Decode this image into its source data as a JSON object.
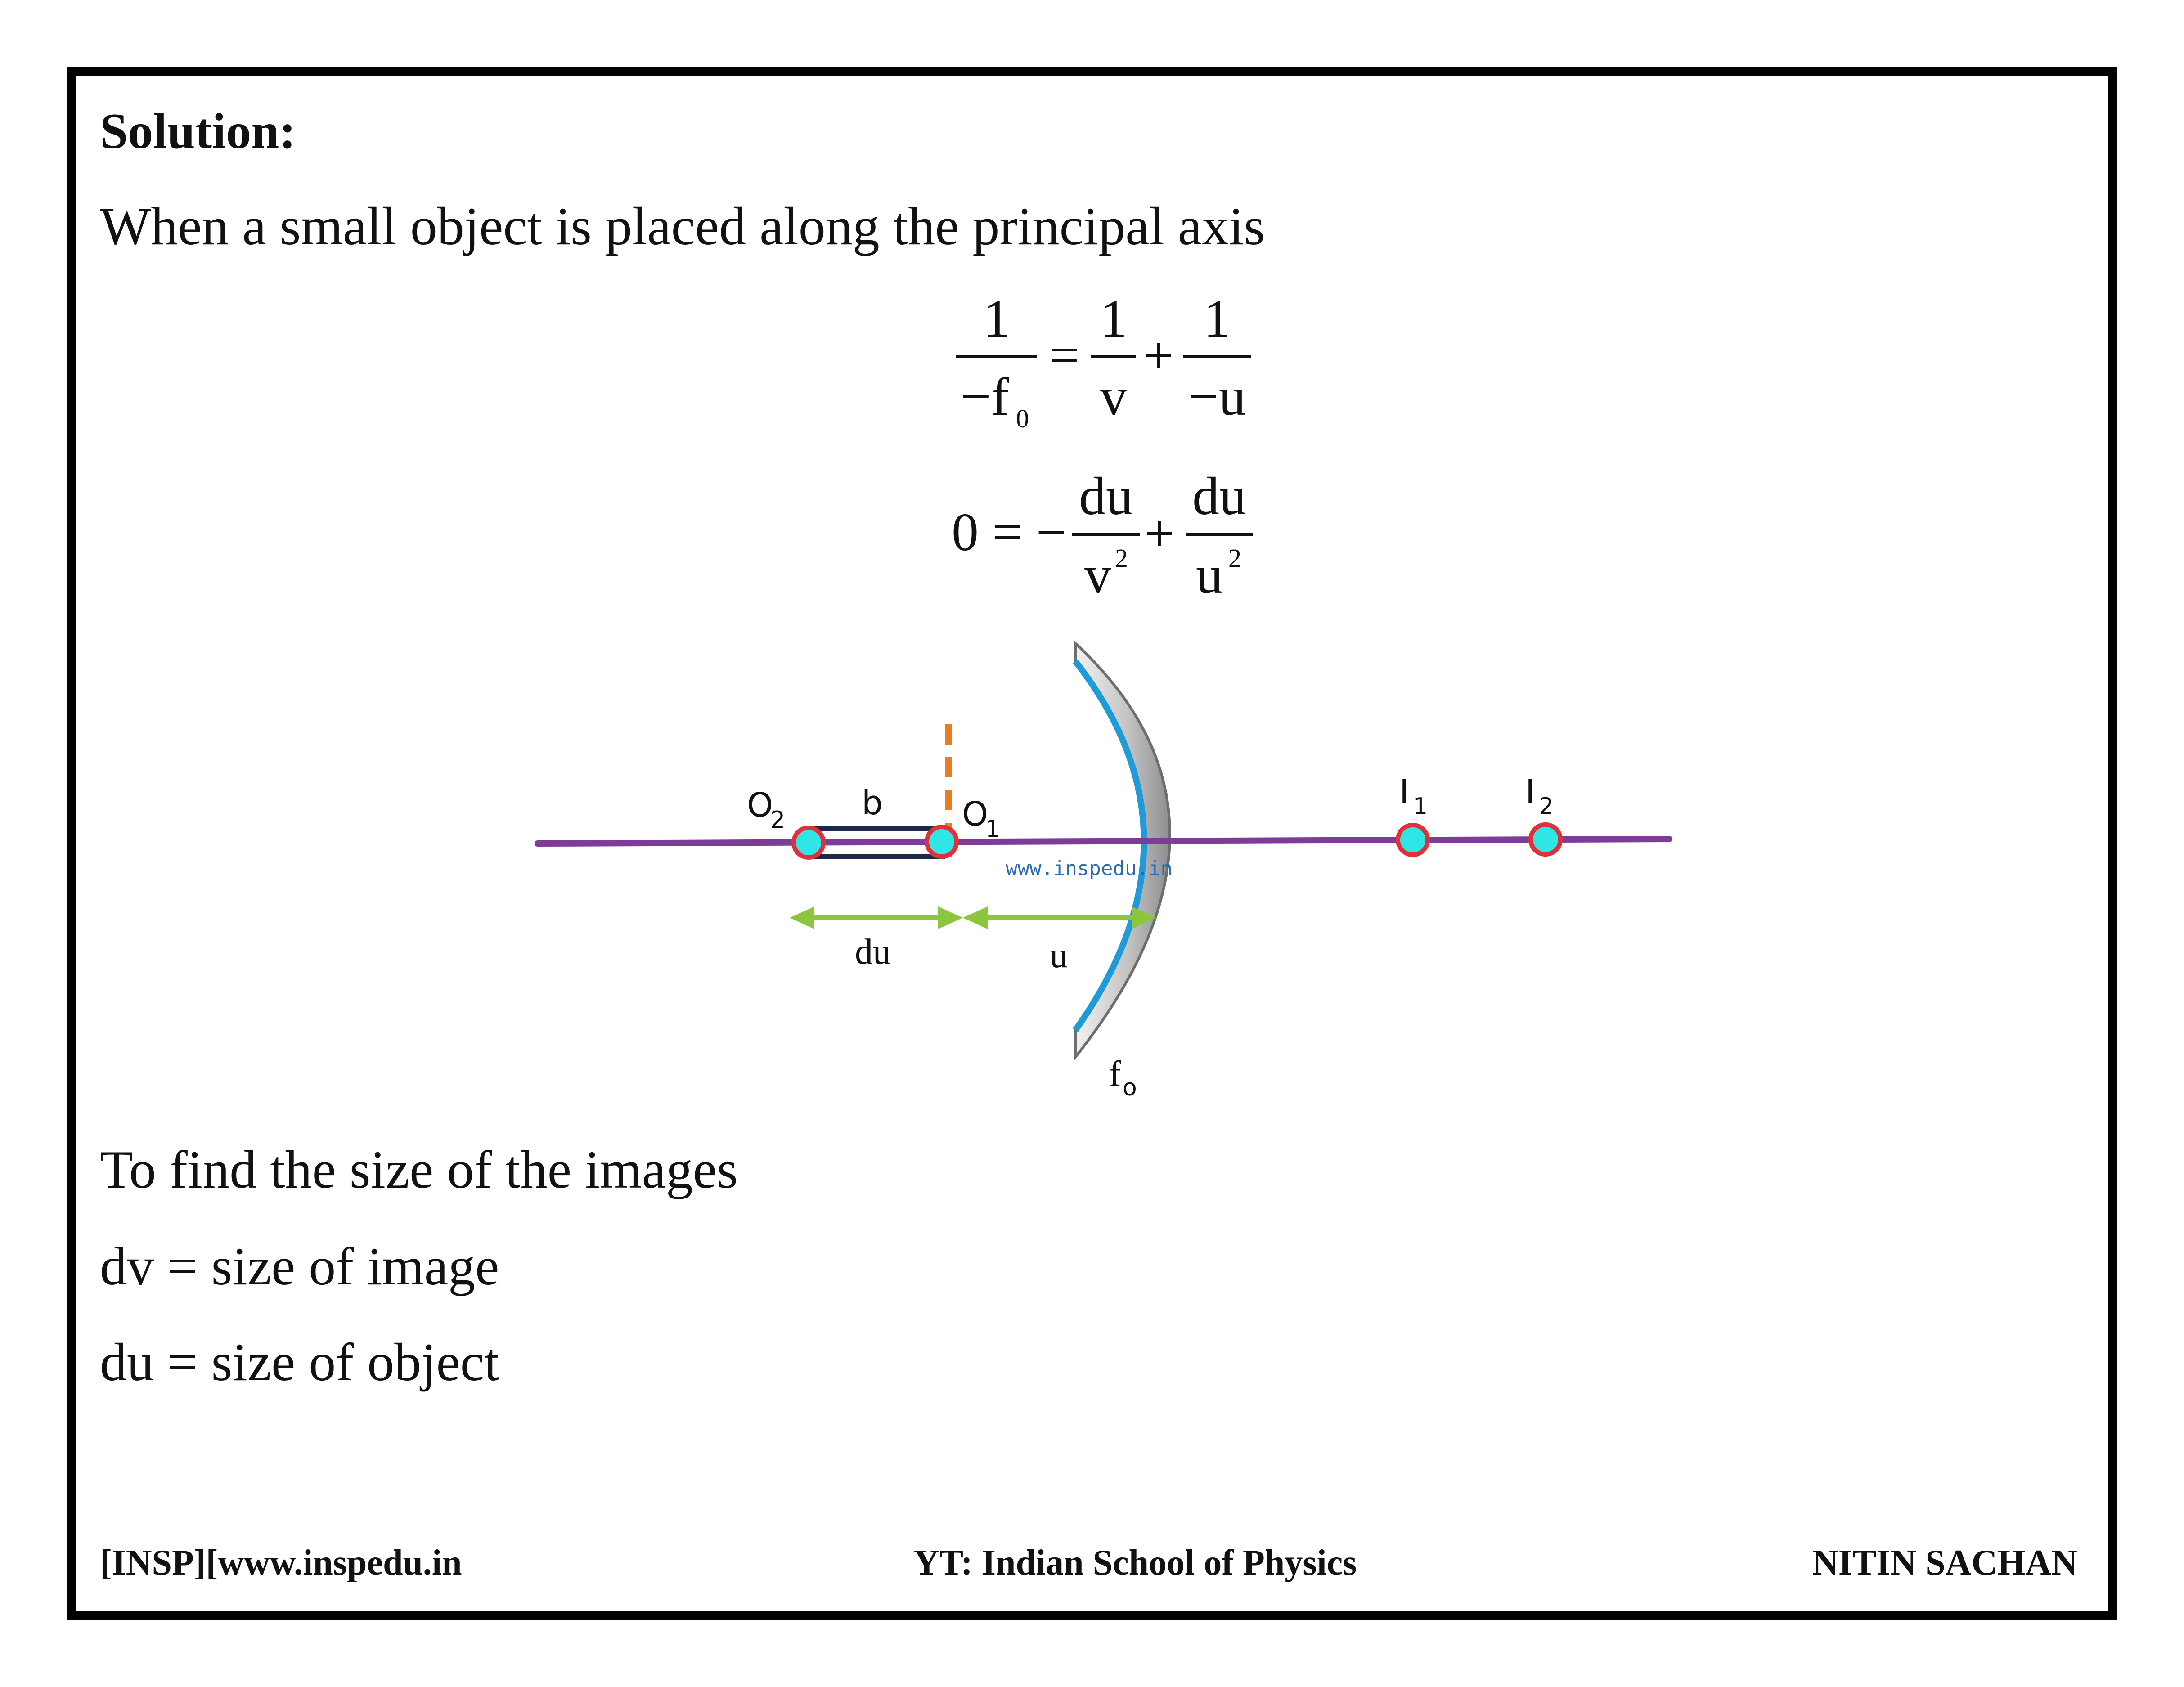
{
  "heading": "Solution:",
  "intro": "When a small object is placed along the principal axis",
  "equations": {
    "eq1": {
      "lhs_num": "1",
      "lhs_den": "−f",
      "lhs_den_sub": "0",
      "equals": "=",
      "t1_num": "1",
      "t1_den": "v",
      "plus": "+",
      "t2_num": "1",
      "t2_den": "−u"
    },
    "eq2": {
      "lhs": "0 = −",
      "t1_num": "du",
      "t1_den": "v",
      "t1_den_sup": "2",
      "plus": "+",
      "t2_num": "du",
      "t2_den": "u",
      "t2_den_sup": "2"
    }
  },
  "diagram": {
    "labels": {
      "o2": "O",
      "o2_sub": "2",
      "b": "b",
      "o1": "O",
      "o1_sub": "1",
      "i1": "I",
      "i1_sub": "1",
      "i2": "I",
      "i2_sub": "2",
      "du": "du",
      "u": "u",
      "fo": "f",
      "fo_sub": "o",
      "watermark": "www.inspedu.in"
    },
    "colors": {
      "axis": "#7d3c98",
      "point_fill": "#2ee6e6",
      "point_stroke": "#e0303a",
      "arrow": "#8cc63f",
      "dashed": "#e67e22",
      "mirror_edge": "#1f9bd7",
      "mirror_body": "#b9b9b9",
      "object_bar": "#1b2a49",
      "watermark": "#2a6ab8"
    }
  },
  "lines": [
    "To find the size of the images",
    "dv = size of image",
    "du = size of object"
  ],
  "footer": {
    "left": "[INSP][www.inspedu.in",
    "center": "YT: Indian School of Physics",
    "right": "NITIN SACHAN"
  }
}
